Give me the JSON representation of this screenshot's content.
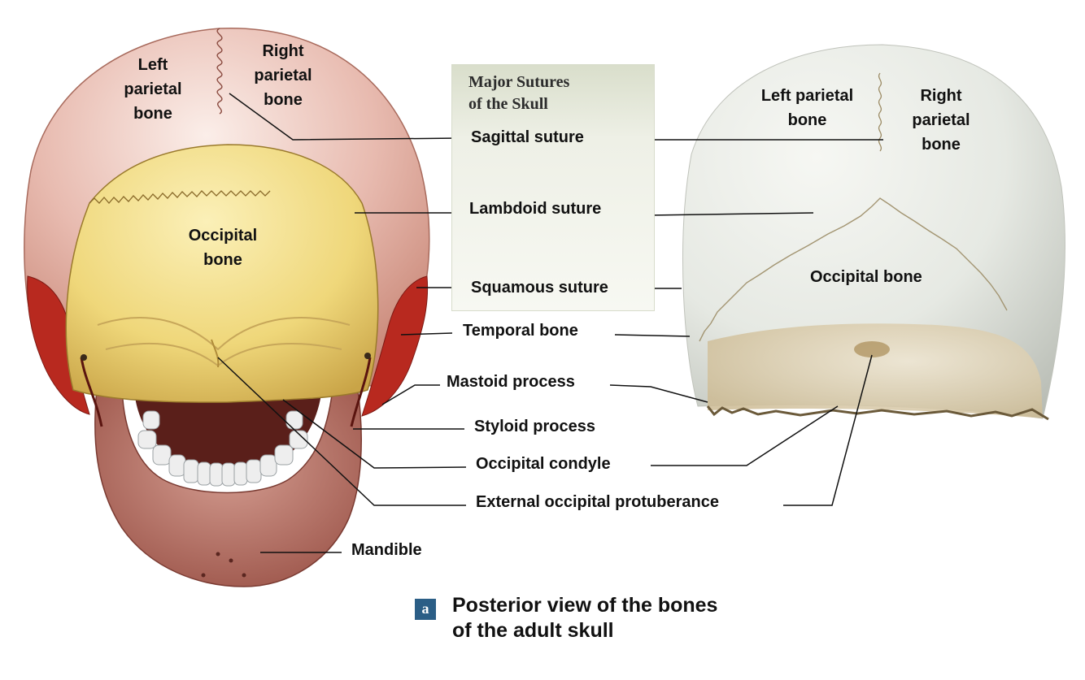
{
  "box": {
    "title_line1": "Major Sutures",
    "title_line2": "of the Skull",
    "sutures": [
      "Sagittal suture",
      "Lambdoid suture",
      "Squamous suture"
    ]
  },
  "illustration": {
    "left_parietal": [
      "Left",
      "parietal",
      "bone"
    ],
    "right_parietal": [
      "Right",
      "parietal",
      "bone"
    ],
    "occipital": [
      "Occipital",
      "bone"
    ]
  },
  "photo": {
    "left_parietal": [
      "Left parietal",
      "bone"
    ],
    "right_parietal": [
      "Right",
      "parietal",
      "bone"
    ],
    "occipital": "Occipital bone"
  },
  "labels": {
    "temporal": "Temporal bone",
    "mastoid": "Mastoid process",
    "styloid": "Styloid process",
    "condyle": "Occipital condyle",
    "protuberance": "External occipital protuberance",
    "mandible": "Mandible"
  },
  "caption": {
    "badge": "a",
    "line1": "Posterior view of the bones",
    "line2": "of the adult skull"
  },
  "colors": {
    "parietal": "#e6b3a8",
    "occipital": "#efd77a",
    "temporal": "#b8291f",
    "mandible": "#b86e62",
    "photo_bone": "#e9ece6",
    "badge": "#2b5e86"
  }
}
